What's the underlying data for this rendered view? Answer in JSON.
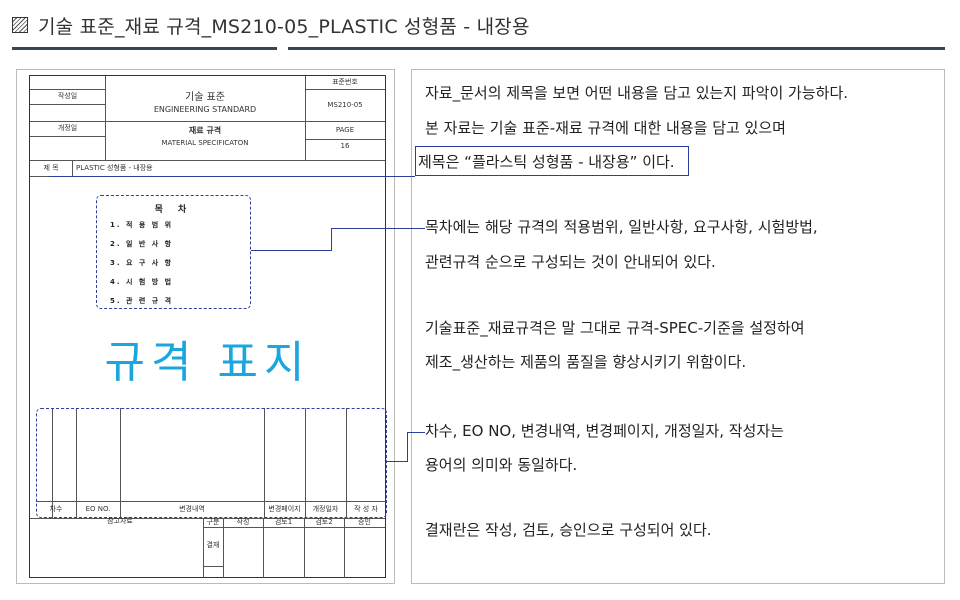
{
  "header": {
    "title": "기술 표준_재료 규격_MS210-05_PLASTIC 성형품 - 내장용",
    "icon": "hatched-square-icon"
  },
  "document": {
    "writer_label": "작성일",
    "revision_label": "개정일",
    "center_title_ko": "기술 표준",
    "center_title_en": "ENGINEERING STANDARD",
    "material_ko": "재료 규격",
    "material_en": "MATERIAL SPECIFICATON",
    "std_no_label": "표준번호",
    "std_no": "MS210-05",
    "page_label": "PAGE",
    "page_no": "16",
    "subject_label": "제 목",
    "subject_value": "PLASTIC 성형품 - 내장용",
    "toc_title": "목 차",
    "toc_items": [
      "1. 적 용 범 위",
      "2. 일 반 사 항",
      "3. 요 구 사 항",
      "4. 시 험 방 법",
      "5. 관 련 규 격"
    ],
    "big_label": "규격 표지",
    "rev_headers": [
      "차수",
      "EO NO.",
      "변경내역",
      "변경페이지",
      "개정일자",
      "작 성 자"
    ],
    "sign_headers": [
      "참고자료",
      "구분",
      "작성",
      "검토1",
      "검토2",
      "승인"
    ],
    "sign_row_label": "결재"
  },
  "explanations": {
    "p1_line1": "자료_문서의 제목을 보면 어떤 내용을 담고 있는지 파악이 가능하다.",
    "p1_line2": "본 자료는 기술 표준-재료 규격에 대한 내용을 담고 있으며",
    "p1_line3_highlight": "제목은 “플라스틱 성형품 - 내장용”",
    "p1_line3_rest": " 이다.",
    "p2_line1": "목차에는 해당 규격의 적용범위, 일반사항, 요구사항, 시험방법,",
    "p2_line2": "관련규격 순으로 구성되는 것이 안내되어 있다.",
    "p3_line1": "기술표준_재료규격은 말 그대로 규격-SPEC-기준을 설정하여",
    "p3_line2": "제조_생산하는 제품의 품질을 향상시키기 위함이다.",
    "p4_line1": "차수, EO NO, 변경내역, 변경페이지, 개정일자, 작성자는",
    "p4_line2": "용어의 의미와 동일하다.",
    "p5_line1": "결재란은 작성, 검토, 승인으로 구성되어 있다."
  },
  "colors": {
    "accent_blue": "#1ba6e0",
    "connector_navy": "#2d3e9b",
    "rule": "#37474f"
  }
}
